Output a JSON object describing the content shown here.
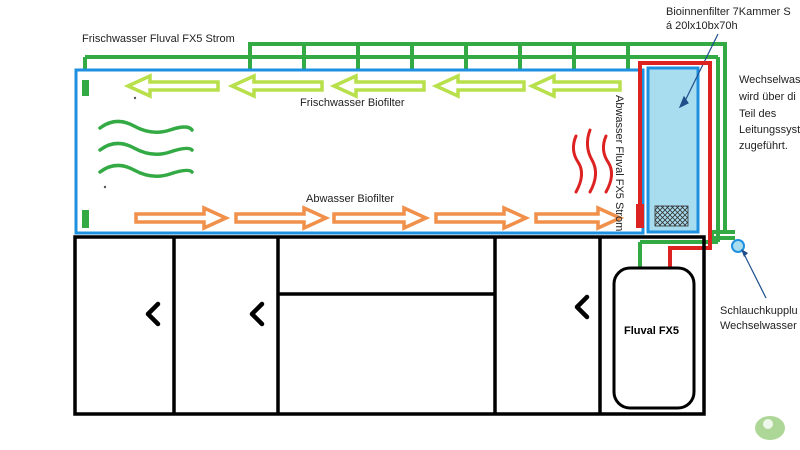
{
  "labels": {
    "fresh_pipe": "Frischwasser Fluval FX5 Strom",
    "fresh_bio": "Frischwasser Biofilter",
    "waste_bio": "Abwasser Biofilter",
    "waste_vertical": "Abwasser Fluval FX5 Strom",
    "bio_inner_line1": "Bioinnenfilter 7Kammer S",
    "bio_inner_line2": "á 20lx10bx70h",
    "change_water_1": "Wechselwas",
    "change_water_2": "wird über di",
    "change_water_3": "Teil des",
    "change_water_4": "Leitungssyst",
    "change_water_5": "zugeführt.",
    "coupling_1": "Schlauchkupplu",
    "coupling_2": "Wechselwasser",
    "pump": "Fluval FX5"
  },
  "colors": {
    "fresh_pipe": "#33aa44",
    "waste_pipe": "#dd2222",
    "tank_border": "#1e90e0",
    "filter_fill": "#a8dcef",
    "fresh_arrow": "#b7e04a",
    "waste_arrow": "#f0904a",
    "wave_green": "#33aa44",
    "wave_red": "#dd2222",
    "cabinet": "#000000"
  },
  "icons": [
    "arrow-left-icon",
    "arrow-right-icon",
    "handle-icon",
    "wave-icon",
    "mesh-icon",
    "coupling-icon"
  ]
}
